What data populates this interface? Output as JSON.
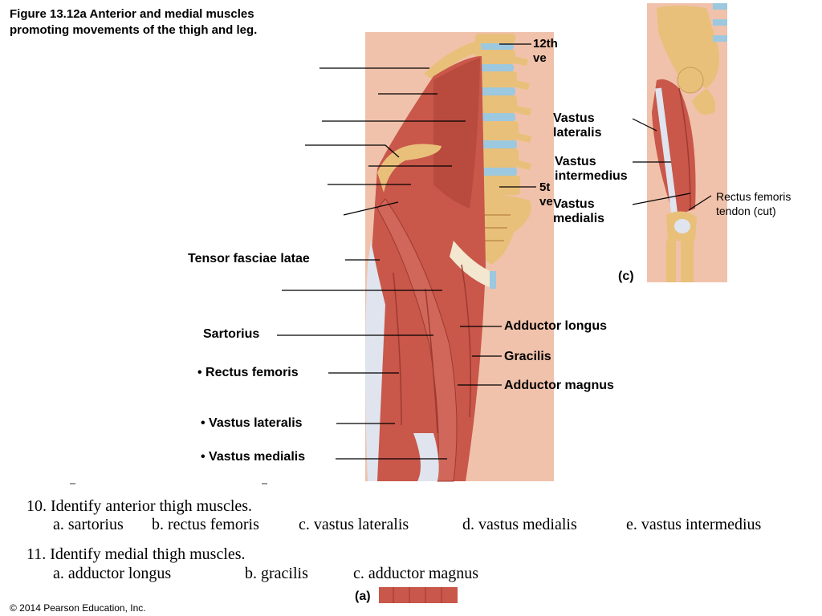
{
  "figure": {
    "title_line1": "Figure 13.12a  Anterior and medial muscles",
    "title_line2": "promoting movements of the thigh and leg."
  },
  "labels_a": {
    "vertebra_12": "12th",
    "vertebra_12_b": "ve",
    "vertebra_5": "5t",
    "vertebra_5_b": "ve",
    "tensor_fasciae_latae": "Tensor fasciae latae",
    "sartorius": "Sartorius",
    "rectus_femoris": "• Rectus femoris",
    "vastus_lateralis": "• Vastus lateralis",
    "vastus_medialis": "• Vastus medialis",
    "adductor_longus": "Adductor longus",
    "gracilis": "Gracilis",
    "adductor_magnus": "Adductor magnus",
    "panel_a": "(a)"
  },
  "labels_c": {
    "vastus_lateralis_1": "Vastus",
    "vastus_lateralis_2": "lateralis",
    "vastus_intermedius_1": "Vastus",
    "vastus_intermedius_2": "intermedius",
    "vastus_medialis_1": "Vastus",
    "vastus_medialis_2": "medialis",
    "rectus_tendon_1": "Rectus femoris",
    "rectus_tendon_2": "tendon (cut)",
    "panel_c": "(c)"
  },
  "questions": {
    "q10": {
      "prompt": "10. Identify anterior thigh muscles.",
      "options": [
        "a. sartorius",
        "b. rectus femoris",
        "c. vastus lateralis",
        "d. vastus medialis",
        "e. vastus intermedius"
      ]
    },
    "q11": {
      "prompt": "11. Identify medial thigh muscles.",
      "options": [
        "a. adductor longus",
        "b. gracilis",
        "c. adductor magnus"
      ]
    }
  },
  "copyright": "© 2014 Pearson Education, Inc.",
  "colors": {
    "muscle": "#c9574a",
    "muscle_dark": "#9e3a31",
    "skin": "#f0c2ab",
    "bone": "#e9c07a",
    "disc": "#9cc8e0",
    "tendon": "#dfe4ee"
  }
}
